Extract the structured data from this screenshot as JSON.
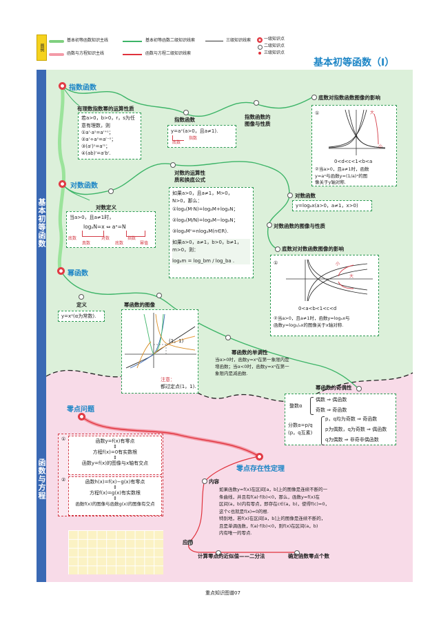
{
  "legend": {
    "badge": "图例",
    "main_line": "基本初等函数知识主线",
    "secondary_line": "基本初等函数二级知识线索",
    "tertiary_line": "三级知识线索",
    "eq_main_line": "函数与方程知识主线",
    "eq_secondary_line": "函数与方程二级知识线索",
    "level1": "一级知识点",
    "level2": "二级知识点",
    "level3": "三级知识点"
  },
  "page_title": "基本初等函数（Ⅰ）",
  "sidebar": {
    "top": "基本初等函数",
    "bottom": "函数与方程"
  },
  "nodes": {
    "exp_fn": "指数函数",
    "exp_rules_title": "有理数指数幂的运算性质",
    "exp_fn2": "指数函数",
    "exp_graph": "指数函数的\n图像与性质",
    "exp_base_effect": "底数对指数函数图像的影响",
    "log_fn": "对数函数",
    "log_rules_title": "对数的运算性\n质和换底公式",
    "log_def": "对数定义",
    "log_fn2": "对数函数",
    "log_graph": "对数函数的图像与性质",
    "log_base_effect": "底数对对数函数图像的影响",
    "power_fn": "幂函数",
    "power_def": "定义",
    "power_graph": "幂函数的图像",
    "power_mono": "幂函数的单调性",
    "power_parity": "幂函数的奇偶性",
    "zero_problem": "零点问题",
    "zero_theorem": "零点存在性定理",
    "content": "内容",
    "application": "应用",
    "bisection": "计算零点的近似值——二分法",
    "zero_count": "确定函数零点个数"
  },
  "exp_rules": {
    "intro": "若a>0，b>0，r，s为任\n意有理数，则",
    "r1": "①aʳ·aˢ=aʳ⁺ˢ；",
    "r2": "②aʳ÷aˢ=aʳ⁻ˢ；",
    "r3": "③(aʳ)ˢ=aʳˢ；",
    "r4": "④(ab)ʳ=aʳbʳ."
  },
  "exp_def": {
    "formula": "y=aˣ(a>0，且a≠1).",
    "label_base": "底数",
    "label_index": "指数"
  },
  "exp_effect": {
    "c1": "①",
    "ineq": "0<d<c<1<b<a",
    "note": "②当a>0，且a≠1时，函数\ny=aˣ与函数y=(1/a)ˣ的图\n像关于y轴对称.",
    "big": "大",
    "small": "小"
  },
  "log_def_box": {
    "intro": "当a>0，且a≠1时，",
    "formula": "logₐN=x ⇔ aˣ=N",
    "labels": [
      "底数",
      "真数",
      "对数",
      "底数",
      "指数",
      "幂值"
    ]
  },
  "log_rules": {
    "intro": "如果a>0，且a≠1，M>0，\nN>0，那么：",
    "r1": "①logₐ(M·N)=logₐM+logₐN；",
    "r2": "②logₐ(M/N)=logₐM−logₐN；",
    "r3": "③logₐMⁿ=nlogₐM(n∈R).",
    "change_intro": "如果a>0，a≠1，b>0，b≠1，\nm>0，则：",
    "change": "logₐm = log_bm / log_ba ."
  },
  "log_def2": "y=logₐx(a>0，a≠1，x>0)",
  "log_effect": {
    "c1": "①",
    "ineq": "0<a<b<1<c<d",
    "note": "②当a>0，且a≠1时，函数y=logₐx与\n函数y=log₁/ₐx的图像关于x轴对称.",
    "big": "大",
    "small": "小"
  },
  "power_def_box": "y=xᵅ(α为常数).",
  "power_graph_box": {
    "pt": "(1，1)",
    "note_title": "注意：",
    "note": "都过定点(1，1)."
  },
  "power_mono_text": "当α>0时，函数y=xᵅ在第一象限内是\n增函数；当α<0时，函数y=xᵅ在第一\n象限内是减函数.",
  "power_parity_box": {
    "int_a": "整数α",
    "even": "偶数 ⇒ 偶函数",
    "odd": "奇数 ⇒ 奇函数",
    "frac_a": "分数α=p/q\n(p，q互素)",
    "f1": "p，q均为奇数 ⇒ 奇函数",
    "f2": "p为偶数，q为奇数 ⇒ 偶函数",
    "f3": "q为偶数 ⇒ 非奇非偶函数"
  },
  "zero_box": {
    "c1": "①",
    "a1": "函数y=f(x)有零点",
    "a2": "方程f(x)=0有实数根",
    "a3": "函数y=f(x)的图像与x轴有交点",
    "c2": "②",
    "b1": "函数h(x)=f(x)−g(x)有零点",
    "b2": "方程f(x)=g(x)有实数根",
    "b3": "函数f(x)的图像与函数g(x)的图像有交点",
    "arrow": "⇕"
  },
  "theorem_text": "如果函数y=f(x)在区间[a，b]上的图像是连续不断的一\n条曲线，并且有f(a)·f(b)<0，那么，函数y=f(x)在\n区间(a，b)内有零点，即存在c∈(a，b)，使得f(c)=0，\n这个c也就是f(x)=0的根.\n特别地，若f(x)在区间[a，b]上的图像是连续不断的，\n且是单调函数，f(a)·f(b)<0，则f(x)在区间(a，b)\n内有唯一的零点.",
  "footer": "重点知识图谱07",
  "colors": {
    "green_bg": "#dcf0da",
    "pink_bg": "#f8dbe8",
    "main_green": "#3cb467",
    "main_red": "#e0323c",
    "sidebar": "#3a69b4",
    "title_blue": "#1e86c6"
  }
}
